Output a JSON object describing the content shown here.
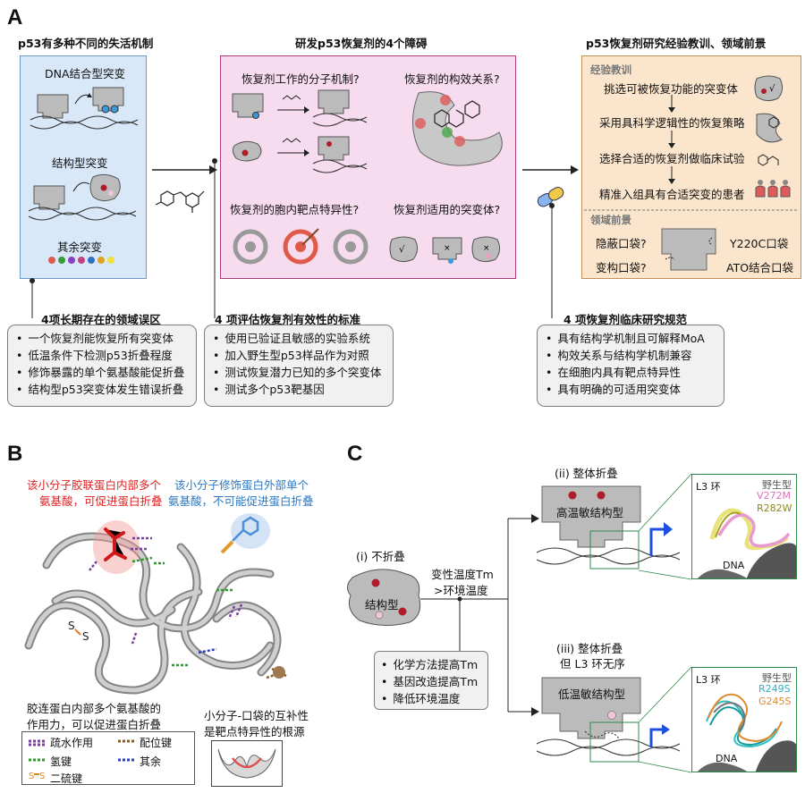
{
  "panelA": {
    "letter": "A",
    "left_header": "p53有多种不同的失活机制",
    "left_items": {
      "dna_binding": "DNA结合型突变",
      "structural": "结构型突变",
      "other": "其余突变"
    },
    "mid_header": "研发p53恢复剂的4个障碍",
    "mid_quadrants": {
      "q1": "恢复剂工作的分子机制?",
      "q2": "恢复剂的构效关系?",
      "q3": "恢复剂的胞内靶点特异性?",
      "q4": "恢复剂适用的突变体?"
    },
    "right_header": "p53恢复剂研究经验教训、领域前景",
    "lessons_title": "经验教训",
    "lessons": [
      "挑选可被恢复功能的突变体",
      "采用具科学逻辑性的恢复策略",
      "选择合适的恢复剂做临床试验",
      "精准入组具有合适突变的患者"
    ],
    "outlook_title": "领域前景",
    "outlook": {
      "hidden_pocket": "隐蔽口袋?",
      "allosteric_pocket": "变构口袋?",
      "y220c": "Y220C口袋",
      "ato": "ATO结合口袋"
    },
    "bottom1_title": "4项长期存在的领域误区",
    "bottom1_items": [
      "一个恢复剂能恢复所有突变体",
      "低温条件下检测p53折叠程度",
      "修饰暴露的单个氨基酸能促折叠",
      "结构型p53突变体发生错误折叠"
    ],
    "bottom2_title": "4 项评估恢复剂有效性的标准",
    "bottom2_items": [
      "使用已验证且敏感的实验系统",
      "加入野生型p53样品作为对照",
      "测试恢复潜力已知的多个突变体",
      "测试多个p53靶基因"
    ],
    "bottom3_title": "4 项恢复剂临床研究规范",
    "bottom3_items": [
      "具有结构学机制且可解释MoA",
      "构效关系与结构学机制兼容",
      "在细胞内具有靶点特异性",
      "具有明确的可适用突变体"
    ]
  },
  "panelB": {
    "letter": "B",
    "red_caption_line1": "该小分子胶联蛋白内部多个",
    "red_caption_line2": "氨基酸，可促进蛋白折叠",
    "blue_caption_line1": "该小分子修饰蛋白外部单个",
    "blue_caption_line2": "氨基酸，不可能促进蛋白折叠",
    "bottom_left_line1": "胶连蛋白内部多个氨基酸的",
    "bottom_left_line2": "作用力，可以促进蛋白折叠",
    "bottom_right_line1": "小分子-口袋的互补性",
    "bottom_right_line2": "是靶点特异性的根源",
    "legend": {
      "hydrophobic": "疏水作用",
      "coordination": "配位键",
      "hbond": "氢键",
      "other": "其余",
      "disulfide": "二硫键"
    },
    "colors": {
      "hydrophobic": "#7a3fa0",
      "coordination": "#8a5a2a",
      "hbond": "#2e9a2e",
      "other": "#2a3fbf",
      "disulfide": "#e08020"
    }
  },
  "panelC": {
    "letter": "C",
    "unfolded_title": "(i) 不折叠",
    "unfolded_label": "结构型",
    "arrow_label_line1": "变性温度Tm",
    "arrow_label_line2": ">环境温度",
    "methods": [
      "化学方法提高Tm",
      "基因改造提高Tm",
      "降低环境温度"
    ],
    "folded_title": "(ii) 整体折叠",
    "folded_label": "高温敏结构型",
    "partial_title_line1": "(iii) 整体折叠",
    "partial_title_line2": "但 L3 环无序",
    "partial_label": "低温敏结构型",
    "inset1": {
      "title": "L3 环",
      "legend": [
        "野生型",
        "V272M",
        "R282W"
      ],
      "dna": "DNA"
    },
    "inset2": {
      "title": "L3 环",
      "legend": [
        "野生型",
        "R249S",
        "G245S"
      ],
      "dna": "DNA"
    }
  }
}
